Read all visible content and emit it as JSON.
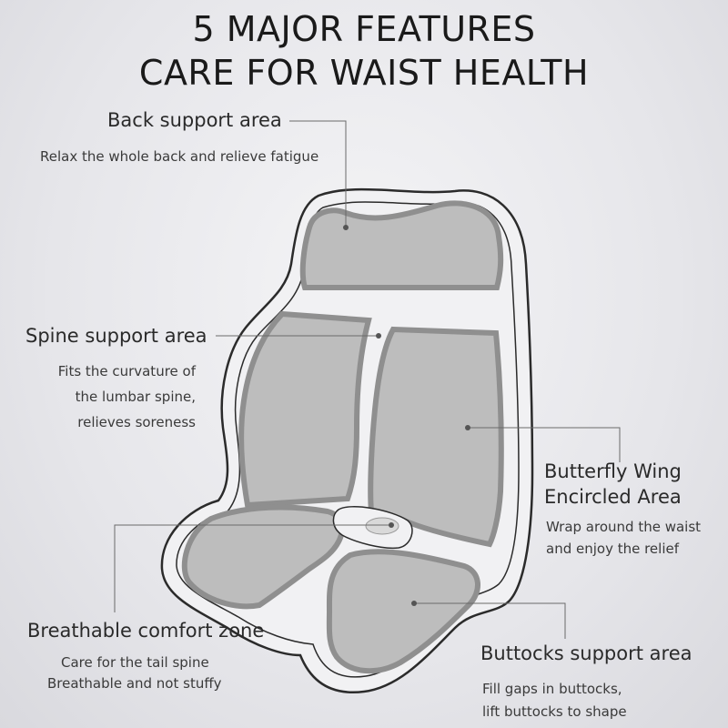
{
  "header": {
    "line1": "5 MAJOR FEATURES",
    "line2": "CARE FOR WAIST HEALTH"
  },
  "features": {
    "back": {
      "label": "Back support area",
      "desc": [
        "Relax the whole back and relieve fatigue"
      ]
    },
    "spine": {
      "label": "Spine support area",
      "desc": [
        "Fits the curvature of",
        "the lumbar spine,",
        "relieves soreness"
      ]
    },
    "butterfly": {
      "label": [
        "Butterfly Wing",
        "Encircled Area"
      ],
      "desc": [
        "Wrap around the waist",
        "and enjoy the relief"
      ]
    },
    "breathable": {
      "label": "Breathable comfort zone",
      "desc": [
        "Care for the tail spine",
        "Breathable and not stuffy"
      ]
    },
    "buttocks": {
      "label": "Buttocks support area",
      "desc": [
        "Fill gaps in buttocks,",
        "lift buttocks to shape"
      ]
    }
  },
  "colors": {
    "outline": "#2b2b2b",
    "pad_fill": "#bdbdbd",
    "pad_border": "#8f8f8f",
    "cushion_fill": "#f1f1f3",
    "leader_line": "#6a6a6a"
  },
  "icons": [
    "seat-cushion-illustration"
  ]
}
